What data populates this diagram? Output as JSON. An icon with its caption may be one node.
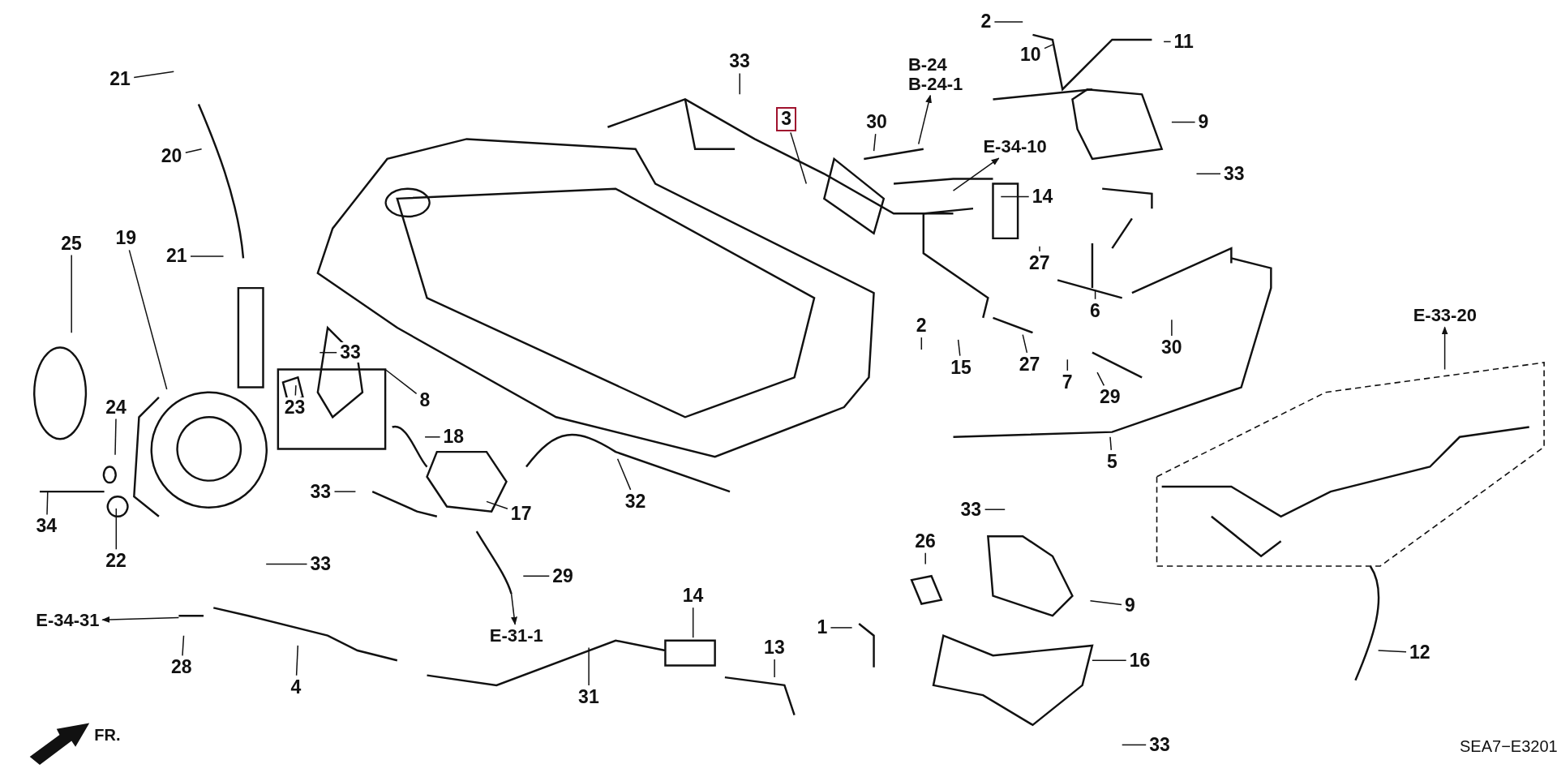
{
  "diagram": {
    "nodes": [
      {
        "text": [
          "21"
        ]
      },
      {
        "text": [
          "20"
        ]
      },
      {
        "text": [
          "21"
        ]
      },
      {
        "text": [
          "19"
        ]
      },
      {
        "text": [
          "25"
        ]
      },
      {
        "text": [
          "24"
        ]
      },
      {
        "text": [
          "34"
        ]
      },
      {
        "text": [
          "22"
        ]
      },
      {
        "text": [
          "33"
        ]
      },
      {
        "text": [
          "8"
        ]
      },
      {
        "text": [
          "23"
        ]
      },
      {
        "text": [
          "18"
        ]
      },
      {
        "text": [
          "33"
        ]
      },
      {
        "text": [
          "17"
        ]
      },
      {
        "text": [
          "32"
        ]
      },
      {
        "text": [
          "29"
        ]
      },
      {
        "text": [
          "E-31-1"
        ]
      },
      {
        "text": [
          "33"
        ]
      },
      {
        "text": [
          "E-34-31"
        ]
      },
      {
        "text": [
          "28"
        ]
      },
      {
        "text": [
          "4"
        ]
      },
      {
        "text": [
          "31"
        ]
      },
      {
        "text": [
          "14"
        ]
      },
      {
        "text": [
          "13"
        ]
      },
      {
        "text": [
          "1"
        ]
      },
      {
        "text": [
          "26"
        ]
      },
      {
        "text": [
          "33"
        ]
      },
      {
        "text": [
          "9"
        ]
      },
      {
        "text": [
          "16"
        ]
      },
      {
        "text": [
          "33"
        ]
      },
      {
        "text": [
          "12"
        ]
      },
      {
        "text": [
          "E-33-20"
        ]
      },
      {
        "text": [
          "5"
        ]
      },
      {
        "text": [
          "29"
        ]
      },
      {
        "text": [
          "7"
        ]
      },
      {
        "text": [
          "27"
        ]
      },
      {
        "text": [
          "15"
        ]
      },
      {
        "text": [
          "2"
        ]
      },
      {
        "text": [
          "30"
        ]
      },
      {
        "text": [
          "6"
        ]
      },
      {
        "text": [
          "27"
        ]
      },
      {
        "text": [
          "14"
        ]
      },
      {
        "text": [
          "E-34-10"
        ]
      },
      {
        "text": [
          "B-24",
          "B-24-1"
        ]
      },
      {
        "text": [
          "30"
        ]
      },
      {
        "text": [
          "3"
        ]
      },
      {
        "text": [
          "33"
        ]
      },
      {
        "text": [
          "2"
        ]
      },
      {
        "text": [
          "10"
        ]
      },
      {
        "text": [
          "11"
        ]
      },
      {
        "text": [
          "9"
        ]
      },
      {
        "text": [
          "33"
        ]
      }
    ],
    "edges": [
      {
        "from": 0,
        "to": null,
        "arrow": "none"
      },
      {
        "from": 1,
        "to": null,
        "arrow": "none"
      },
      {
        "from": 2,
        "to": null,
        "arrow": "none"
      },
      {
        "from": 3,
        "to": null,
        "arrow": "none"
      },
      {
        "from": 4,
        "to": null,
        "arrow": "none"
      },
      {
        "from": 5,
        "to": null,
        "arrow": "none"
      },
      {
        "from": 6,
        "to": null,
        "arrow": "none"
      },
      {
        "from": 7,
        "to": null,
        "arrow": "none"
      },
      {
        "from": 8,
        "to": null,
        "arrow": "none"
      },
      {
        "from": 9,
        "to": null,
        "arrow": "none"
      },
      {
        "from": 10,
        "to": null,
        "arrow": "none"
      },
      {
        "from": 11,
        "to": null,
        "arrow": "none"
      },
      {
        "from": 12,
        "to": null,
        "arrow": "none"
      },
      {
        "from": 13,
        "to": null,
        "arrow": "none"
      },
      {
        "from": 14,
        "to": null,
        "arrow": "none"
      },
      {
        "from": 15,
        "to": null,
        "arrow": "none"
      },
      {
        "from": null,
        "to": 16,
        "arrow": "to"
      },
      {
        "from": 17,
        "to": null,
        "arrow": "none"
      },
      {
        "from": null,
        "to": 18,
        "arrow": "to"
      },
      {
        "from": 19,
        "to": null,
        "arrow": "none"
      },
      {
        "from": 20,
        "to": null,
        "arrow": "none"
      },
      {
        "from": 21,
        "to": null,
        "arrow": "none"
      },
      {
        "from": 22,
        "to": null,
        "arrow": "none"
      },
      {
        "from": 23,
        "to": null,
        "arrow": "none"
      },
      {
        "from": 24,
        "to": null,
        "arrow": "none"
      },
      {
        "from": 25,
        "to": null,
        "arrow": "none"
      },
      {
        "from": 26,
        "to": null,
        "arrow": "none"
      },
      {
        "from": 27,
        "to": null,
        "arrow": "none"
      },
      {
        "from": 28,
        "to": null,
        "arrow": "none"
      },
      {
        "from": 29,
        "to": null,
        "arrow": "none"
      },
      {
        "from": 30,
        "to": null,
        "arrow": "none"
      },
      {
        "from": null,
        "to": 31,
        "arrow": "to"
      },
      {
        "from": 32,
        "to": null,
        "arrow": "none"
      },
      {
        "from": 33,
        "to": null,
        "arrow": "none"
      },
      {
        "from": 34,
        "to": null,
        "arrow": "none"
      },
      {
        "from": 35,
        "to": null,
        "arrow": "none"
      },
      {
        "from": 36,
        "to": null,
        "arrow": "none"
      },
      {
        "from": 37,
        "to": null,
        "arrow": "none"
      },
      {
        "from": 38,
        "to": null,
        "arrow": "none"
      },
      {
        "from": 39,
        "to": null,
        "arrow": "none"
      },
      {
        "from": 40,
        "to": null,
        "arrow": "none"
      },
      {
        "from": 41,
        "to": null,
        "arrow": "none"
      },
      {
        "from": null,
        "to": 42,
        "arrow": "to"
      },
      {
        "from": null,
        "to": 43,
        "arrow": "to"
      },
      {
        "from": 44,
        "to": null,
        "arrow": "none"
      },
      {
        "from": 45,
        "to": null,
        "arrow": "none"
      },
      {
        "from": 46,
        "to": null,
        "arrow": "none"
      },
      {
        "from": 47,
        "to": null,
        "arrow": "none"
      },
      {
        "from": 48,
        "to": null,
        "arrow": "none"
      },
      {
        "from": 49,
        "to": null,
        "arrow": "none"
      },
      {
        "from": 50,
        "to": null,
        "arrow": "none"
      },
      {
        "from": 51,
        "to": null,
        "arrow": "none"
      }
    ],
    "labels": [
      "FR.",
      "SEA7−E3201"
    ]
  }
}
